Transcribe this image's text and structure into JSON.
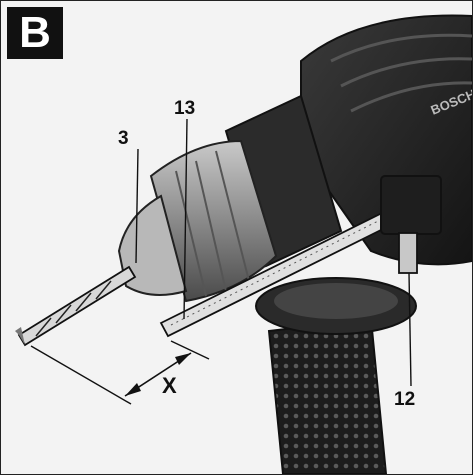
{
  "panel_letter": "B",
  "brand_text": "BOSCH",
  "callouts": {
    "drill_bit": "3",
    "depth_stop": "13",
    "depth_stop_clamp": "12",
    "depth_dimension": "X"
  },
  "colors": {
    "badge_bg": "#111111",
    "tool_dark": "#262626",
    "chuck_gray": "#8a8a8a",
    "background": "#f3f3f3"
  }
}
